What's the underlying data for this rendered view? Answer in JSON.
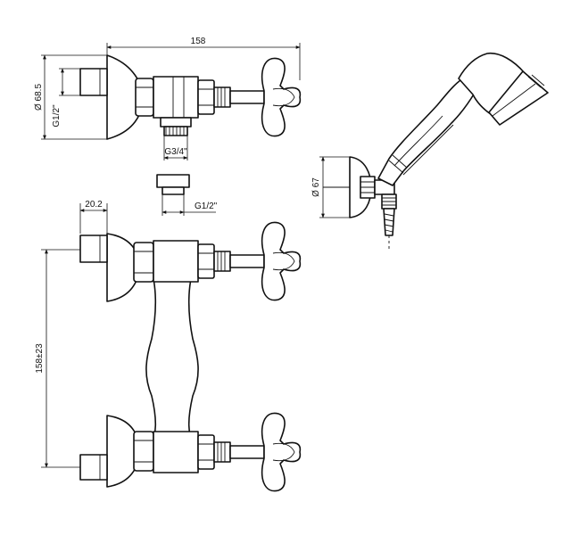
{
  "dimensions": {
    "top_width": "158",
    "top_diameter": "Ø 68.5",
    "top_thread": "G1/2\"",
    "inlet_thread": "G3/4\"",
    "adapter_thread": "G1/2\"",
    "holder_diameter": "Ø 67",
    "connector_width": "20.2",
    "centre_distance": "158±23"
  }
}
